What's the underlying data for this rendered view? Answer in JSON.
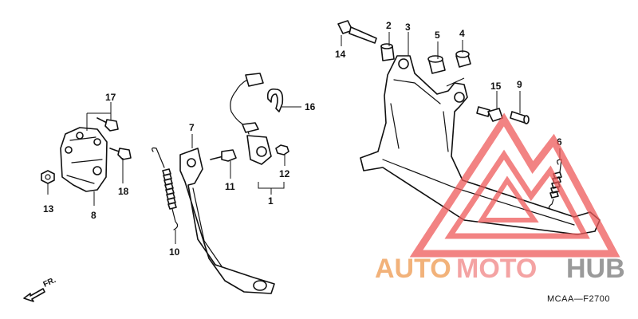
{
  "diagram": {
    "code": "MCAA—F2700",
    "front_label": "FR.",
    "callouts": [
      {
        "id": "c1",
        "label": "1"
      },
      {
        "id": "c2",
        "label": "2"
      },
      {
        "id": "c3",
        "label": "3"
      },
      {
        "id": "c4",
        "label": "4"
      },
      {
        "id": "c5",
        "label": "5"
      },
      {
        "id": "c6",
        "label": "6"
      },
      {
        "id": "c7",
        "label": "7"
      },
      {
        "id": "c8",
        "label": "8"
      },
      {
        "id": "c9",
        "label": "9"
      },
      {
        "id": "c10",
        "label": "10"
      },
      {
        "id": "c11",
        "label": "11"
      },
      {
        "id": "c12",
        "label": "12"
      },
      {
        "id": "c13",
        "label": "13"
      },
      {
        "id": "c14",
        "label": "14"
      },
      {
        "id": "c15",
        "label": "15"
      },
      {
        "id": "c16",
        "label": "16"
      },
      {
        "id": "c17",
        "label": "17"
      },
      {
        "id": "c18",
        "label": "18"
      }
    ]
  },
  "watermark": {
    "part_auto": "AUTO",
    "part_moto": "MOTO",
    "part_hub": "HUB",
    "colors": {
      "auto": "#f2b27a",
      "moto": "#f4a3a3",
      "hub": "#9a9a9a",
      "logo": "#ee5a5a"
    }
  }
}
